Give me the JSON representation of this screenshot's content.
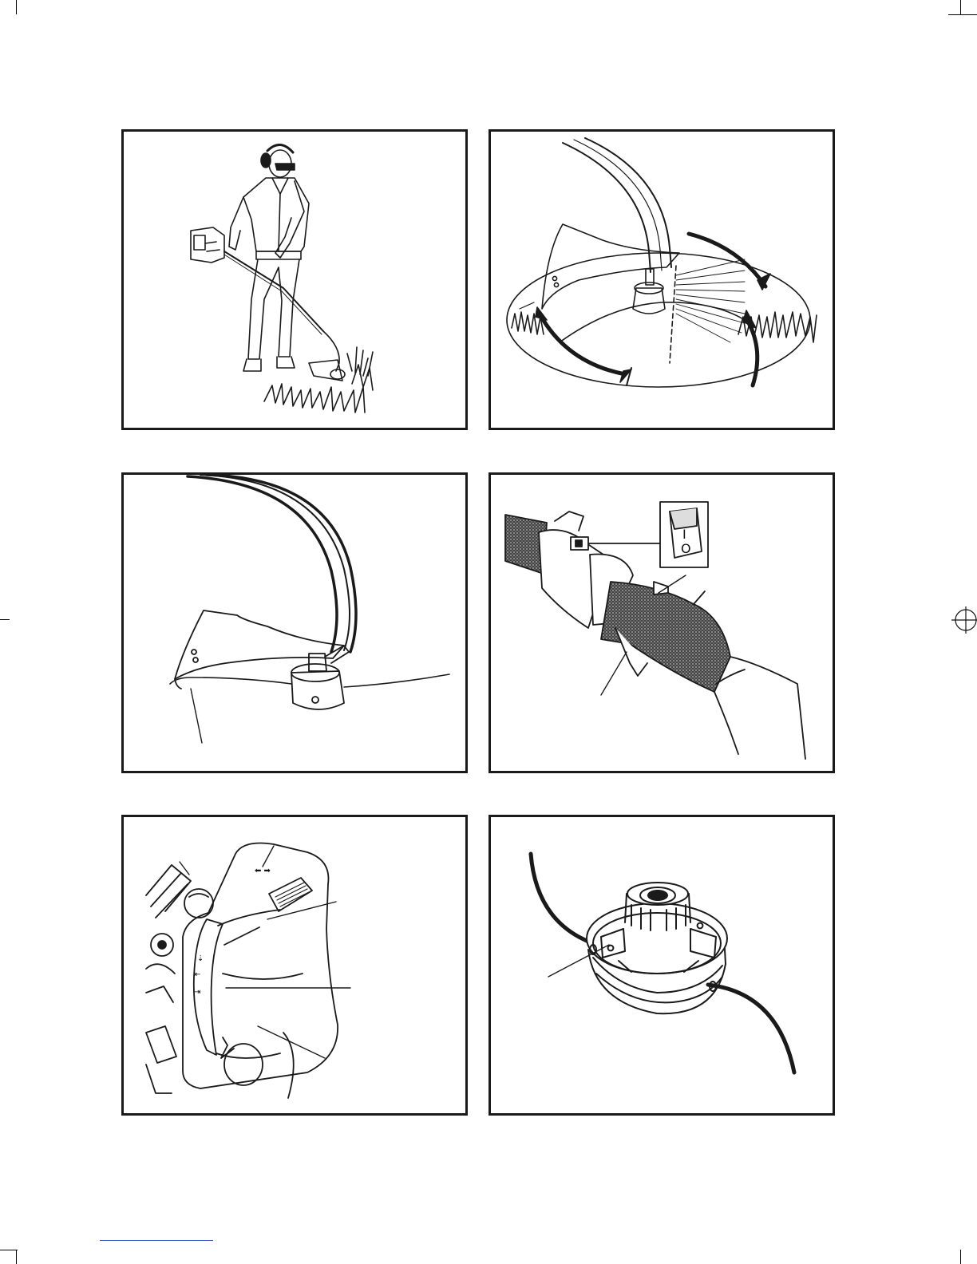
{
  "page": {
    "panels": [
      {
        "id": "fig-1",
        "subject": "operator-trimming"
      },
      {
        "id": "fig-2",
        "subject": "cutting-direction"
      },
      {
        "id": "fig-3",
        "subject": "guard-line-cutter"
      },
      {
        "id": "fig-4",
        "subject": "handle-switch"
      },
      {
        "id": "fig-5",
        "subject": "choke-control"
      },
      {
        "id": "fig-6",
        "subject": "bump-head"
      }
    ]
  },
  "switch": {
    "on_symbol": "I",
    "off_symbol": "O"
  },
  "choke_panel": {
    "arrows": "⬅ ➡"
  },
  "colors": {
    "line": "#1a1a1a",
    "footer_rule": "#3a56c8"
  }
}
